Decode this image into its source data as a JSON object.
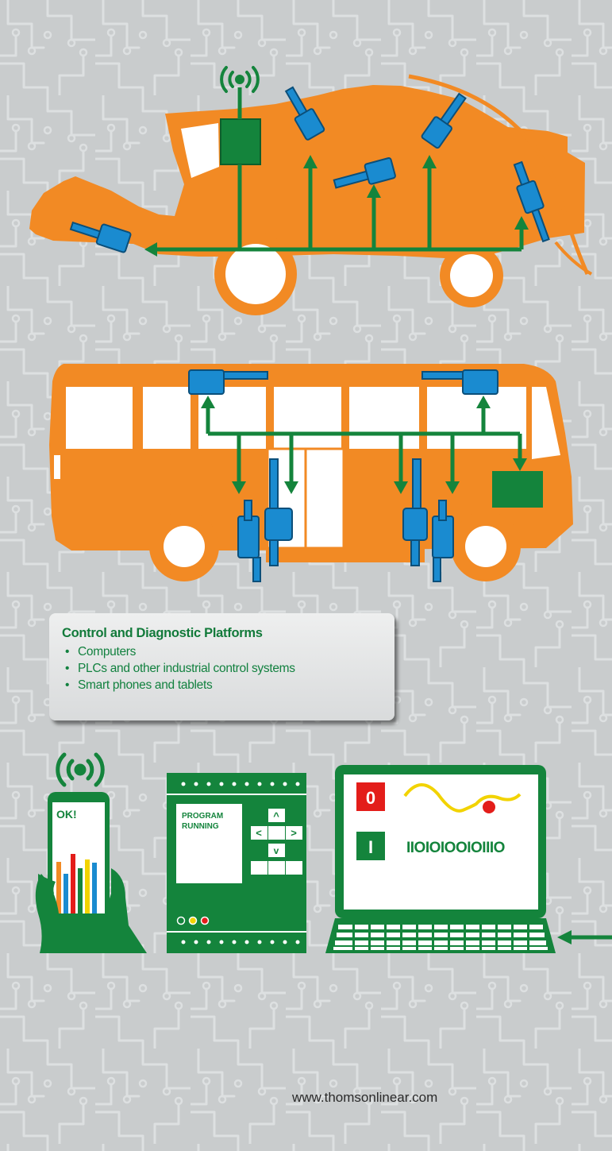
{
  "info_box": {
    "title": "Control and Diagnostic Platforms",
    "items": [
      "Computers",
      "PLCs and other industrial control systems",
      "Smart phones and tablets"
    ]
  },
  "phone": {
    "status_label": "OK!"
  },
  "plc": {
    "status_line1": "PROGRAM",
    "status_line2": "RUNNING",
    "key_up": "^",
    "key_left": "<",
    "key_right": ">",
    "key_down": "v"
  },
  "laptop": {
    "button_off": "0",
    "button_on": "I",
    "binary_readout": "IIOIOIOOIOIIIO"
  },
  "footer": {
    "url": "www.thomsonlinear.com"
  },
  "colors": {
    "orange": "#f28a24",
    "green": "#14843c",
    "blue": "#1a8bd0",
    "background": "#c9cccd",
    "red": "#e31d1a"
  },
  "icons": [
    "wifi-icon",
    "actuator-icon",
    "arrow-icon"
  ]
}
